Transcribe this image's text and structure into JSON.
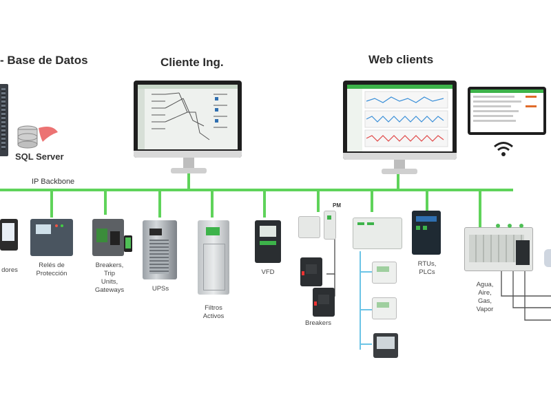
{
  "headers": {
    "db": "- Base de Datos",
    "eng": "Cliente Ing.",
    "web": "Web clients"
  },
  "sql_logo": "SQL Server",
  "backbone_label": "IP Backbone",
  "devices": {
    "meters": "dores",
    "relays": "Relés de\nProtección",
    "breakers_trip": "Breakers,\nTrip\nUnits,\nGateways",
    "ups": "UPSs",
    "filters": "Filtros\nActivos",
    "vfd": "VFD",
    "breakers": "Breakers",
    "rtus": "RTUs,\nPLCs",
    "wages": "Agua,\nAire,\nGas,\nVapor"
  },
  "small_label": "PM",
  "colors": {
    "backbone": "#5fd35a",
    "bus": "#6cc4e6",
    "screen_accent": "#3db34a"
  },
  "icons": [
    "database-server-icon",
    "sql-server-logo",
    "wifi-icon"
  ]
}
